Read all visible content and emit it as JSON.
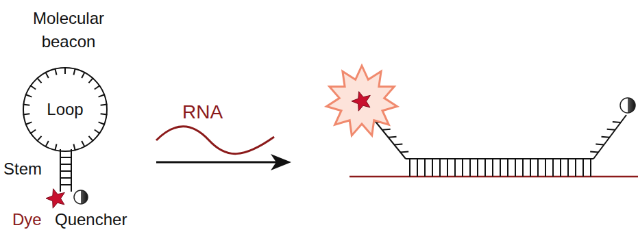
{
  "diagram": {
    "nodes": [
      {
        "text": [
          "Loop"
        ]
      }
    ],
    "labels": [
      "Molecular beacon",
      "Stem",
      "Dye",
      "Quencher",
      "RNA"
    ]
  }
}
